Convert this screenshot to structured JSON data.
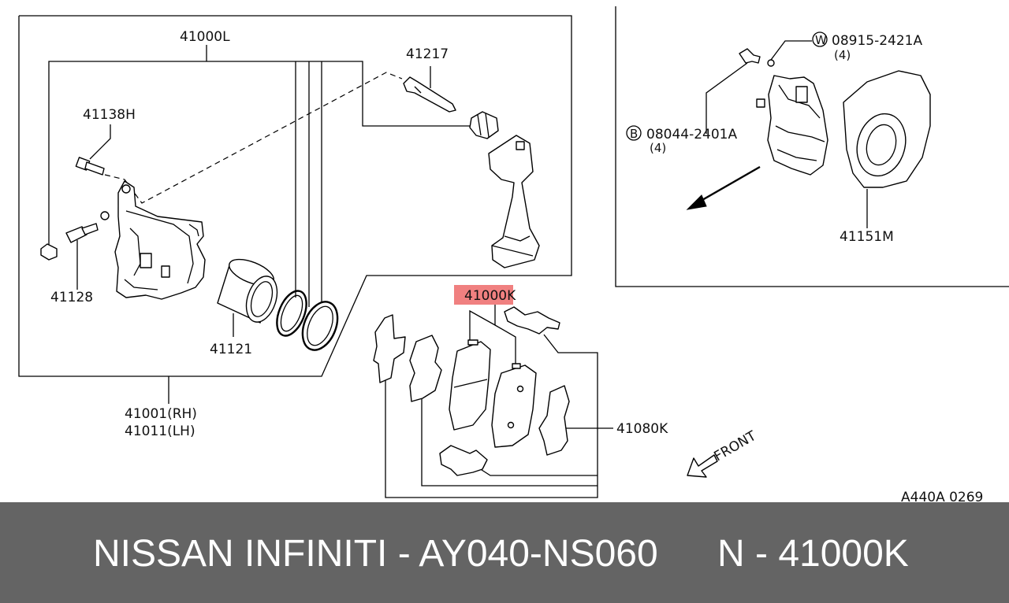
{
  "diagram": {
    "labels": {
      "caliper_assembly": "41000L",
      "slide_pin": "41217",
      "bleeder": "41138H",
      "sleeve": "41128",
      "piston": "41121",
      "caliper_rh": "41001(RH)",
      "caliper_lh": "41011(LH)",
      "pad_kit": "41000K",
      "shim_kit": "41080K",
      "washer_code": "08915-2421A",
      "washer_qty": "(4)",
      "bolt_code": "08044-2401A",
      "bolt_qty": "(4)",
      "baffle": "41151M",
      "front": "FRONT",
      "ref_code": "A440A 0269",
      "washer_marker": "W",
      "bolt_marker": "B"
    },
    "highlight_color": "#f08080"
  },
  "footer": {
    "brand_and_code": "NISSAN INFINITI - AY040-NS060",
    "part_number": "N - 41000K",
    "background": "#646464"
  }
}
